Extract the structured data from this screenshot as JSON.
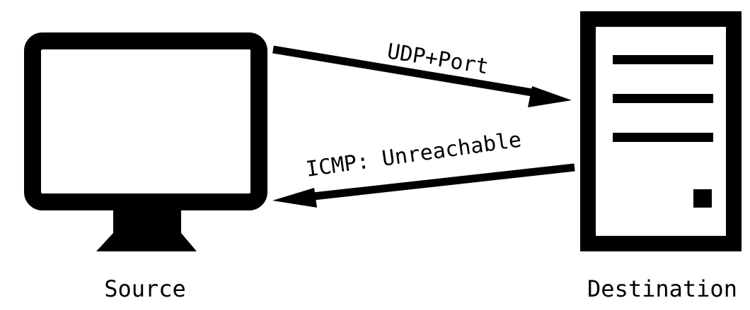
{
  "nodes": {
    "source": {
      "label": "Source",
      "icon": "monitor-icon"
    },
    "destination": {
      "label": "Destination",
      "icon": "server-icon"
    }
  },
  "arrows": {
    "request": {
      "label": "UDP+Port",
      "direction": "source-to-destination"
    },
    "response": {
      "label": "ICMP: Unreachable",
      "direction": "destination-to-source"
    }
  },
  "colors": {
    "stroke": "#000000",
    "background": "#ffffff"
  }
}
